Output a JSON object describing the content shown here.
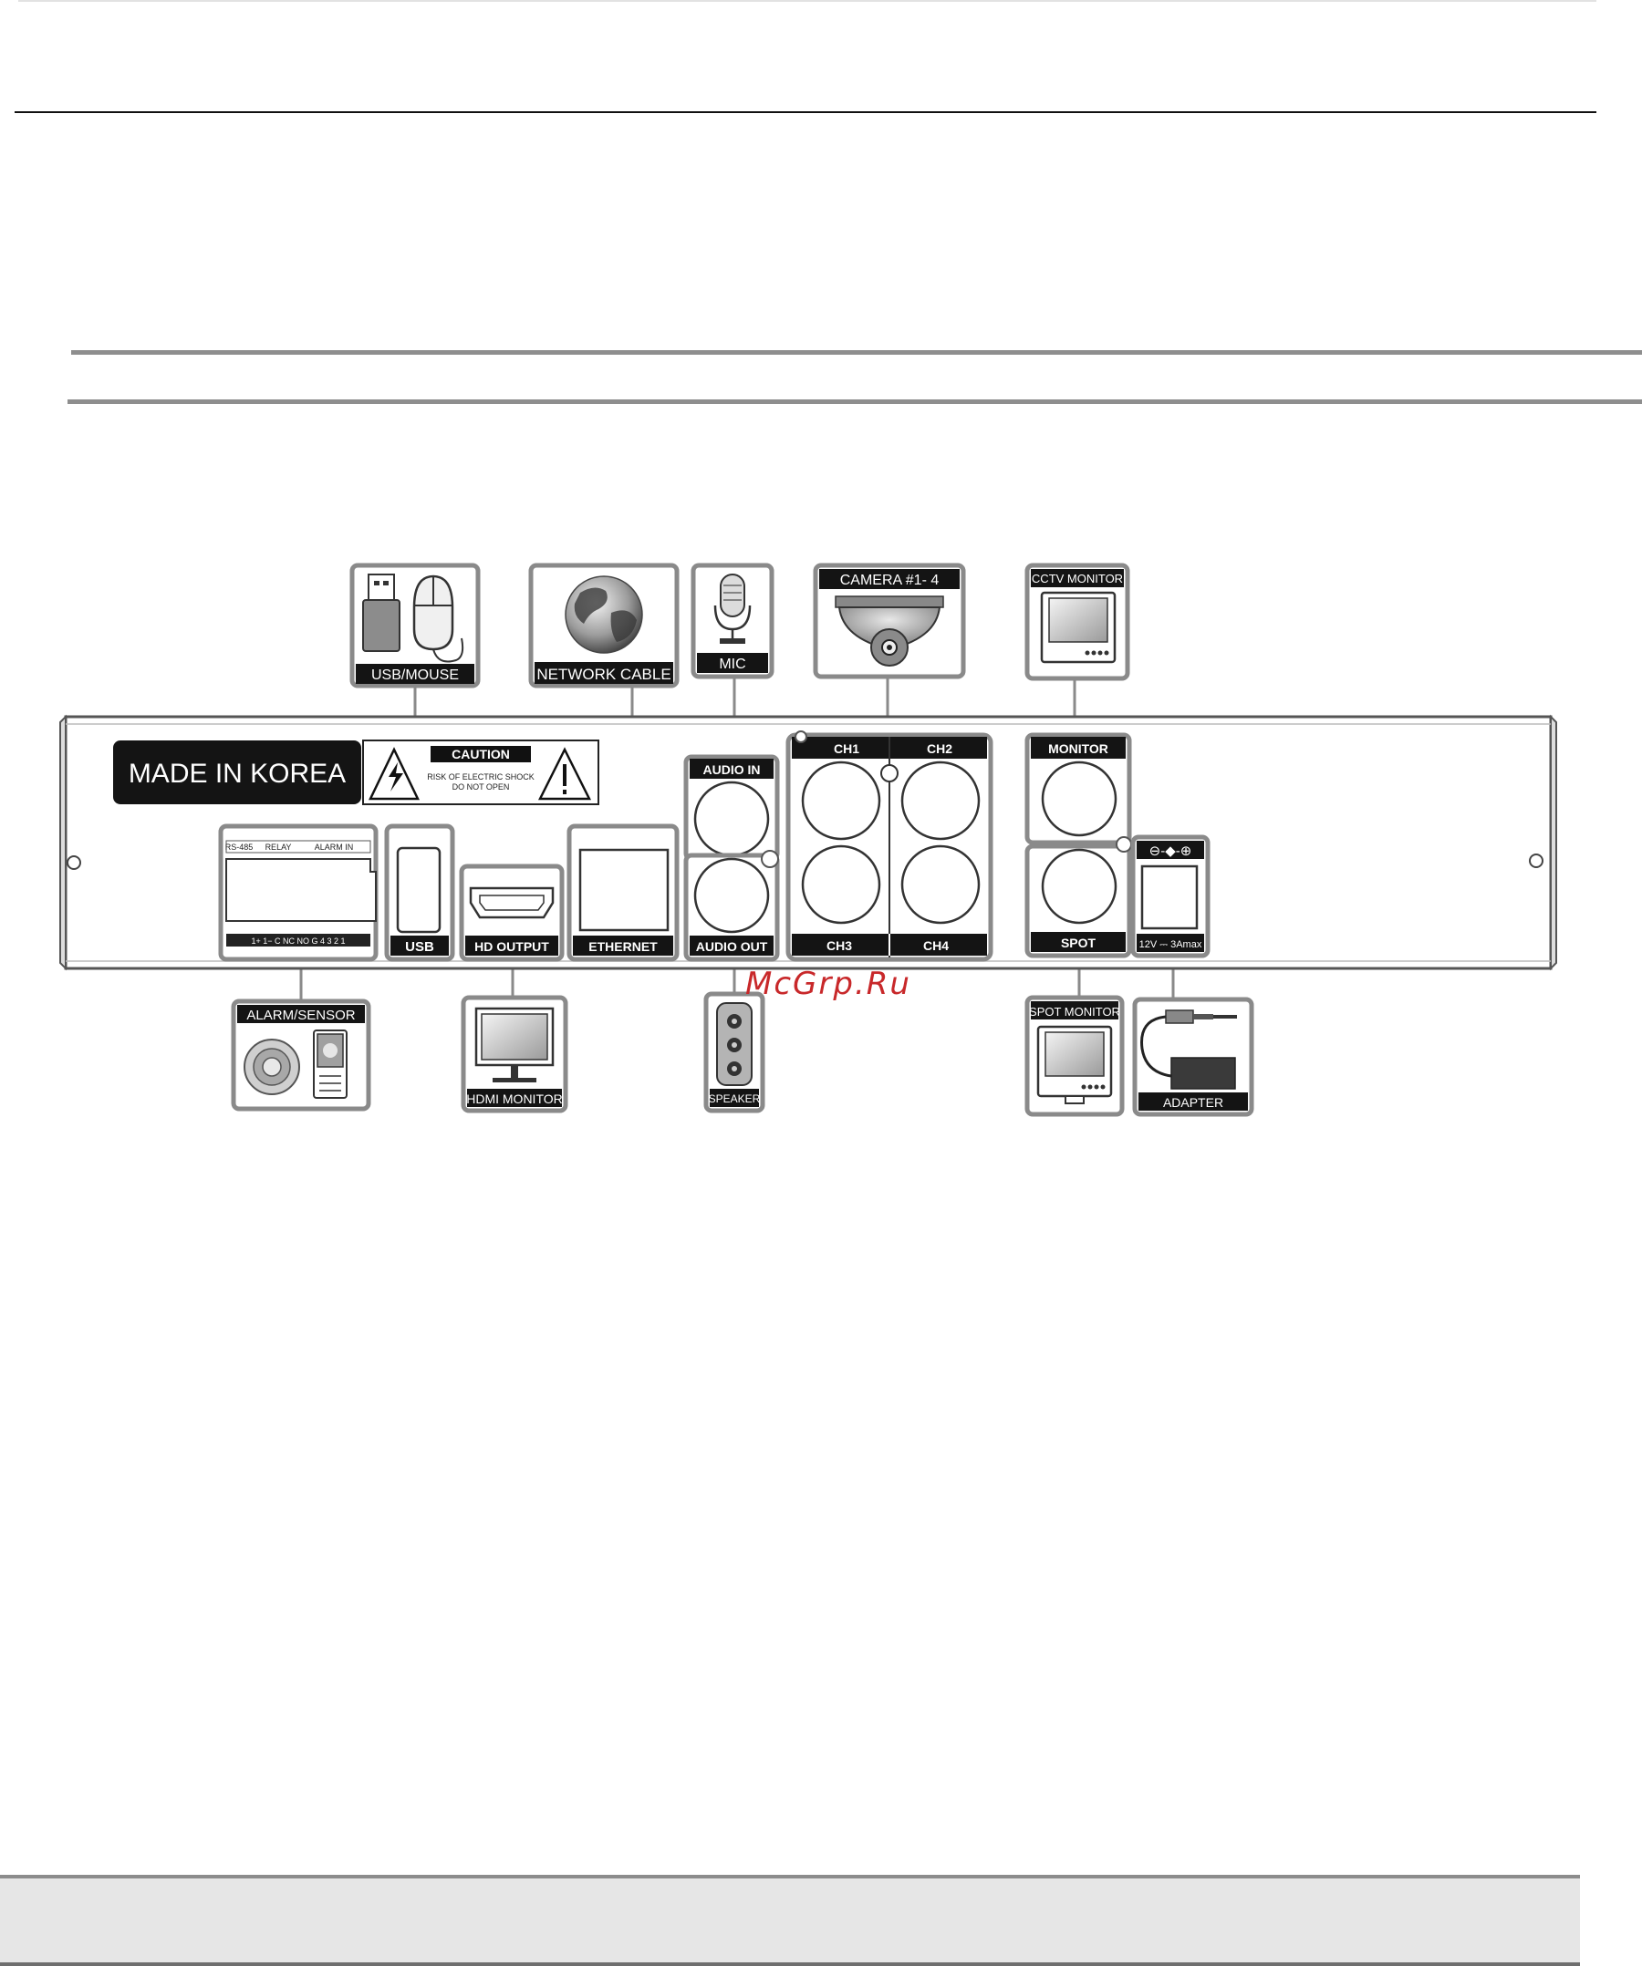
{
  "panel": {
    "made_in": "MADE IN KOREA",
    "caution_title": "CAUTION",
    "caution_line1": "RISK OF ELECTRIC SHOCK",
    "caution_line2": "DO NOT OPEN",
    "terminal_header_rs485": "RS-485",
    "terminal_header_relay": "RELAY",
    "terminal_header_alarm": "ALARM IN",
    "terminal_footer": "1+  1−  C NC NO  G  4  3  2  1",
    "ports": {
      "usb": "USB",
      "hd_output": "HD OUTPUT",
      "ethernet": "ETHERNET",
      "audio_in": "AUDIO IN",
      "audio_out": "AUDIO OUT",
      "ch1": "CH1",
      "ch2": "CH2",
      "ch3": "CH3",
      "ch4": "CH4",
      "monitor": "MONITOR",
      "spot": "SPOT",
      "power_symbols": "⊖-◆-⊕",
      "power_rating": "12V ⎓ 3Amax"
    }
  },
  "devices": {
    "usb_mouse": "USB/MOUSE",
    "network_cable": "NETWORK CABLE",
    "mic": "MIC",
    "camera": "CAMERA #1- 4",
    "cctv_monitor": "CCTV MONITOR",
    "alarm_sensor": "ALARM/SENSOR",
    "hdmi_monitor": "HDMI MONITOR",
    "speaker": "SPEAKER",
    "spot_monitor": "SPOT MONITOR",
    "adapter": "ADAPTER"
  },
  "watermark": "McGrp.Ru",
  "colors": {
    "frame_gray": "#8a8a8a",
    "label_black": "#141414",
    "watermark_red": "#c8282a"
  }
}
